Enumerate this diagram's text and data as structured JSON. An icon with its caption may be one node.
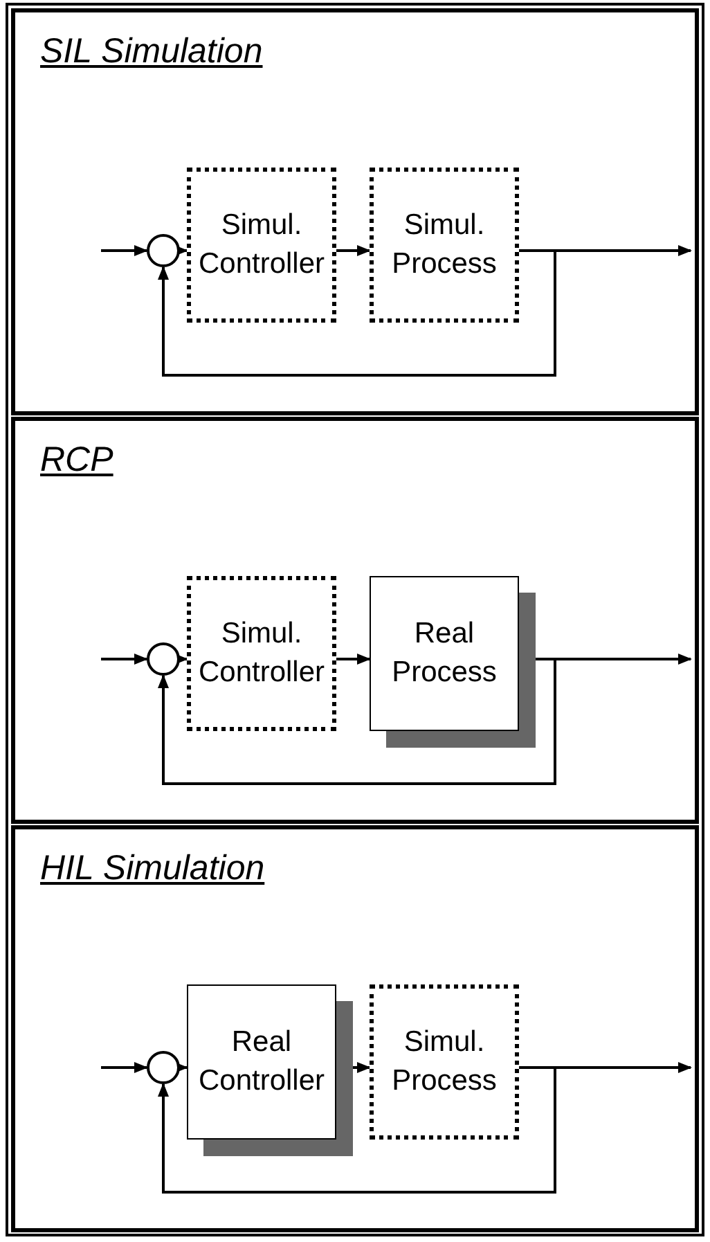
{
  "diagram": {
    "nodes": [
      {
        "text": [
          "SIL Simulation"
        ]
      },
      {
        "text": [],
        "shape": "circle",
        "in": 0
      },
      {
        "text": [
          "Simul. Controller"
        ],
        "in": 0
      },
      {
        "text": [
          "Simul. Process"
        ],
        "in": 0
      },
      {
        "text": [
          "RCP"
        ]
      },
      {
        "text": [],
        "shape": "circle",
        "in": 4
      },
      {
        "text": [
          "Simul. Controller"
        ],
        "in": 4
      },
      {
        "text": [
          "Real Process"
        ],
        "in": 4
      },
      {
        "text": [
          "HIL Simulation"
        ]
      },
      {
        "text": [],
        "shape": "circle",
        "in": 8
      },
      {
        "text": [
          "Real Controller"
        ],
        "in": 8
      },
      {
        "text": [
          "Simul. Process"
        ],
        "in": 8
      }
    ],
    "edges": [
      {
        "from": null,
        "to": 1,
        "arrow": "to"
      },
      {
        "from": 1,
        "to": 2,
        "arrow": "to"
      },
      {
        "from": 2,
        "to": 3,
        "arrow": "to"
      },
      {
        "from": 3,
        "to": null,
        "arrow": "to"
      },
      {
        "from": 3,
        "to": 1,
        "arrow": "to"
      },
      {
        "from": null,
        "to": 5,
        "arrow": "to"
      },
      {
        "from": 5,
        "to": 6,
        "arrow": "to"
      },
      {
        "from": 6,
        "to": 7,
        "arrow": "to"
      },
      {
        "from": 7,
        "to": null,
        "arrow": "to"
      },
      {
        "from": 7,
        "to": 5,
        "arrow": "to"
      },
      {
        "from": null,
        "to": 9,
        "arrow": "to"
      },
      {
        "from": 9,
        "to": 10,
        "arrow": "to"
      },
      {
        "from": 10,
        "to": 11,
        "arrow": "to"
      },
      {
        "from": 11,
        "to": null,
        "arrow": "to"
      },
      {
        "from": 11,
        "to": 9,
        "arrow": "to"
      }
    ]
  }
}
